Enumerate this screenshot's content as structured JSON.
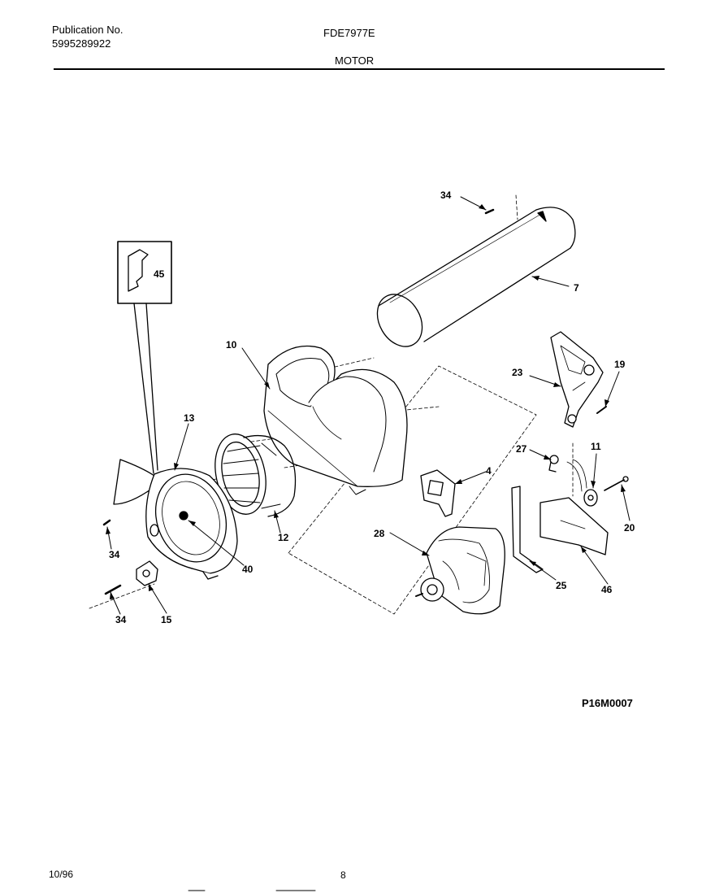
{
  "header": {
    "publication_label": "Publication No.",
    "publication_number": "5995289922",
    "model": "FDE7977E",
    "section": "MOTOR"
  },
  "figure_code": "P16M0007",
  "footer": {
    "date": "10/96",
    "page": "8"
  },
  "callouts": {
    "c34a": "34",
    "c7": "7",
    "c45": "45",
    "c10": "10",
    "c23": "23",
    "c19": "19",
    "c13": "13",
    "c27": "27",
    "c11": "11",
    "c4": "4",
    "c20": "20",
    "c34b": "34",
    "c12": "12",
    "c28": "28",
    "c40": "40",
    "c25": "25",
    "c46": "46",
    "c34c": "34",
    "c15": "15"
  }
}
